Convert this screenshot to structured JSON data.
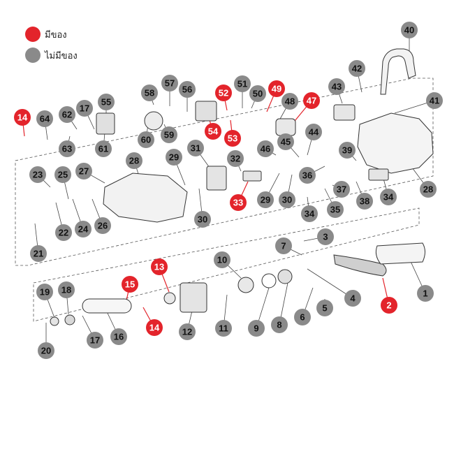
{
  "legend": {
    "available": {
      "label": "มีของ",
      "color": "#e3242b"
    },
    "unavailable": {
      "label": "ไม่มีของ",
      "color": "#8a8a8a"
    }
  },
  "colors": {
    "red": "#e3242b",
    "gray": "#8a8a8a",
    "line": "#444444"
  },
  "parts": [
    {
      "n": "40",
      "status": "gray"
    },
    {
      "n": "42",
      "status": "gray"
    },
    {
      "n": "43",
      "status": "gray"
    },
    {
      "n": "41",
      "status": "gray"
    },
    {
      "n": "57",
      "status": "gray"
    },
    {
      "n": "55",
      "status": "gray"
    },
    {
      "n": "51",
      "status": "gray"
    },
    {
      "n": "58",
      "status": "gray"
    },
    {
      "n": "56",
      "status": "gray"
    },
    {
      "n": "52",
      "status": "red"
    },
    {
      "n": "50",
      "status": "gray"
    },
    {
      "n": "49",
      "status": "red"
    },
    {
      "n": "48",
      "status": "gray"
    },
    {
      "n": "47",
      "status": "red"
    },
    {
      "n": "14",
      "status": "red"
    },
    {
      "n": "64",
      "status": "gray"
    },
    {
      "n": "62",
      "status": "gray"
    },
    {
      "n": "17",
      "status": "gray"
    },
    {
      "n": "63",
      "status": "gray"
    },
    {
      "n": "61",
      "status": "gray"
    },
    {
      "n": "59",
      "status": "gray"
    },
    {
      "n": "60",
      "status": "gray"
    },
    {
      "n": "54",
      "status": "red"
    },
    {
      "n": "53",
      "status": "red"
    },
    {
      "n": "44",
      "status": "gray"
    },
    {
      "n": "46",
      "status": "gray"
    },
    {
      "n": "45",
      "status": "gray"
    },
    {
      "n": "39",
      "status": "gray"
    },
    {
      "n": "31",
      "status": "gray"
    },
    {
      "n": "32",
      "status": "gray"
    },
    {
      "n": "29",
      "status": "gray"
    },
    {
      "n": "28",
      "status": "gray"
    },
    {
      "n": "27",
      "status": "gray"
    },
    {
      "n": "23",
      "status": "gray"
    },
    {
      "n": "25",
      "status": "gray"
    },
    {
      "n": "36",
      "status": "gray"
    },
    {
      "n": "37",
      "status": "gray"
    },
    {
      "n": "34",
      "status": "gray"
    },
    {
      "n": "28",
      "status": "gray"
    },
    {
      "n": "38",
      "status": "gray"
    },
    {
      "n": "33",
      "status": "red"
    },
    {
      "n": "29",
      "status": "gray"
    },
    {
      "n": "30",
      "status": "gray"
    },
    {
      "n": "35",
      "status": "gray"
    },
    {
      "n": "34",
      "status": "gray"
    },
    {
      "n": "22",
      "status": "gray"
    },
    {
      "n": "24",
      "status": "gray"
    },
    {
      "n": "26",
      "status": "gray"
    },
    {
      "n": "30",
      "status": "gray"
    },
    {
      "n": "21",
      "status": "gray"
    },
    {
      "n": "3",
      "status": "gray"
    },
    {
      "n": "7",
      "status": "gray"
    },
    {
      "n": "1",
      "status": "gray"
    },
    {
      "n": "10",
      "status": "gray"
    },
    {
      "n": "13",
      "status": "red"
    },
    {
      "n": "15",
      "status": "red"
    },
    {
      "n": "19",
      "status": "gray"
    },
    {
      "n": "18",
      "status": "gray"
    },
    {
      "n": "4",
      "status": "gray"
    },
    {
      "n": "2",
      "status": "red"
    },
    {
      "n": "5",
      "status": "gray"
    },
    {
      "n": "6",
      "status": "gray"
    },
    {
      "n": "8",
      "status": "gray"
    },
    {
      "n": "9",
      "status": "gray"
    },
    {
      "n": "11",
      "status": "gray"
    },
    {
      "n": "12",
      "status": "gray"
    },
    {
      "n": "14",
      "status": "red"
    },
    {
      "n": "16",
      "status": "gray"
    },
    {
      "n": "17",
      "status": "gray"
    },
    {
      "n": "20",
      "status": "gray"
    }
  ]
}
